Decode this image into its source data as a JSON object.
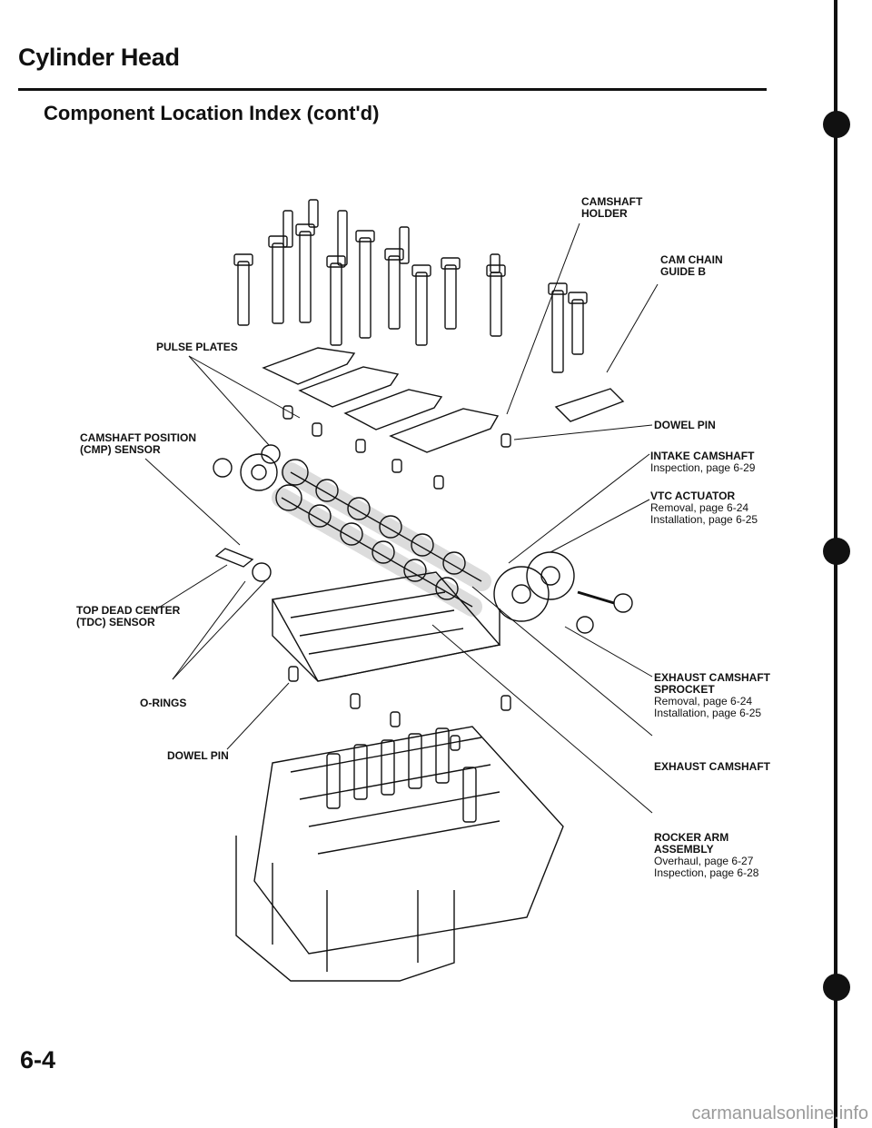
{
  "page": {
    "title": "Cylinder Head",
    "subtitle": "Component Location Index (cont'd)",
    "page_number": "6-4",
    "watermark": "carmanualsonline.info"
  },
  "labels": {
    "camshaft_holder": "CAMSHAFT\nHOLDER",
    "cam_chain_guide_b": "CAM CHAIN\nGUIDE B",
    "pulse_plates": "PULSE PLATES",
    "dowel_pin_upper": "DOWEL PIN",
    "cmp_sensor": "CAMSHAFT POSITION\n(CMP) SENSOR",
    "intake_camshaft": "INTAKE CAMSHAFT",
    "intake_camshaft_ref1": "Inspection, page 6-29",
    "vtc_actuator": "VTC ACTUATOR",
    "vtc_actuator_ref1": "Removal, page 6-24",
    "vtc_actuator_ref2": "Installation, page 6-25",
    "tdc_sensor": "TOP DEAD CENTER\n(TDC) SENSOR",
    "exhaust_sprocket": "EXHAUST CAMSHAFT\nSPROCKET",
    "exhaust_sprocket_ref1": "Removal, page 6-24",
    "exhaust_sprocket_ref2": "Installation, page 6-25",
    "o_rings": "O-RINGS",
    "dowel_pin_lower": "DOWEL PIN",
    "exhaust_camshaft": "EXHAUST CAMSHAFT",
    "rocker_arm": "ROCKER ARM\nASSEMBLY",
    "rocker_arm_ref1": "Overhaul, page 6-27",
    "rocker_arm_ref2": "Inspection, page 6-28"
  }
}
